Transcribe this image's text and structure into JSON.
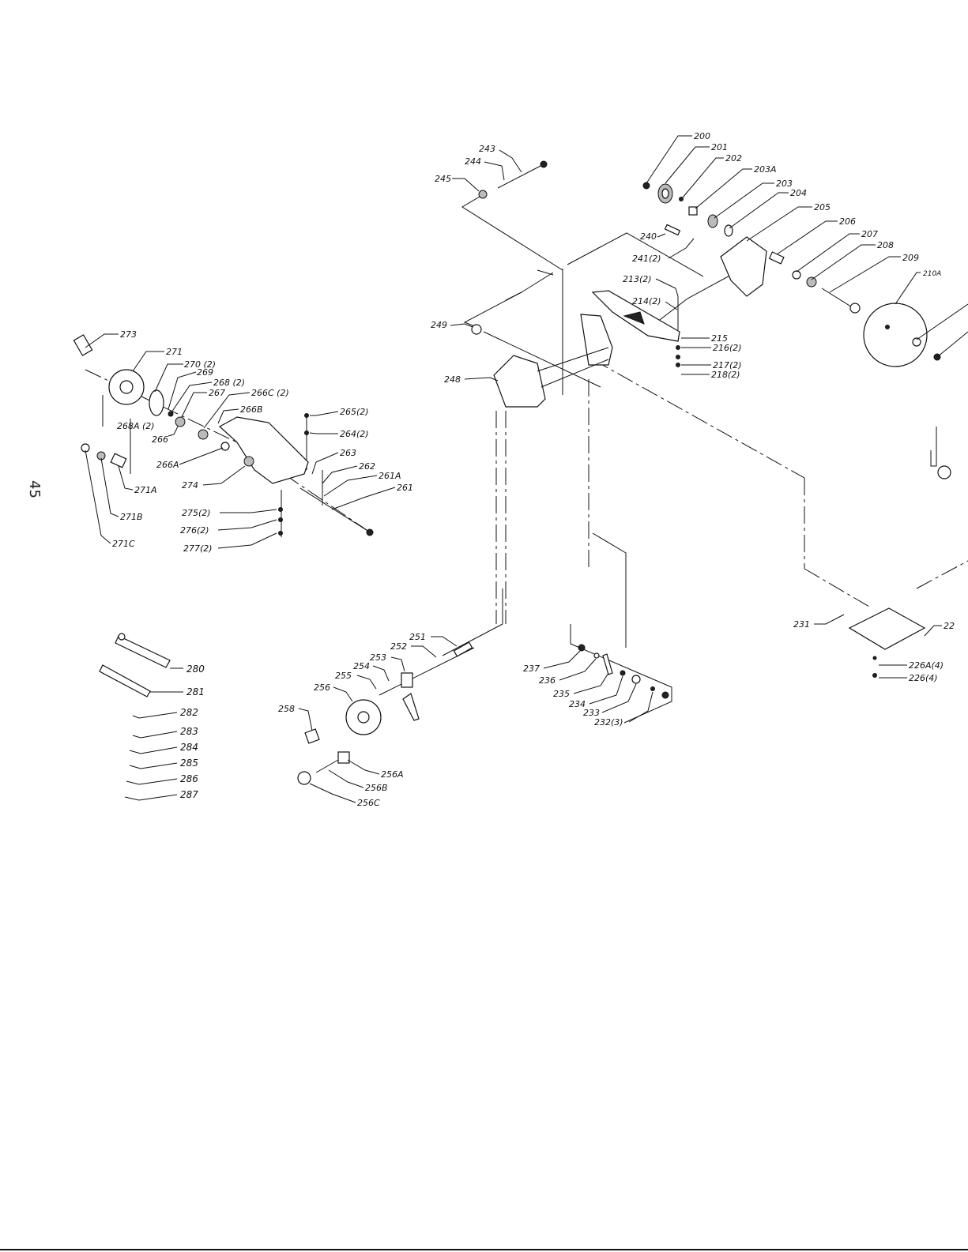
{
  "page_number": "45",
  "labels": {
    "l200": "200",
    "l201": "201",
    "l202": "202",
    "l203A": "203A",
    "l203": "203",
    "l204": "204",
    "l205": "205",
    "l206": "206",
    "l207": "207",
    "l208": "208",
    "l209": "209",
    "l210A": "210A",
    "l213": "213(2)",
    "l214": "214(2)",
    "l215": "215",
    "l216": "216(2)",
    "l217": "217(2)",
    "l218": "218(2)",
    "l240": "240",
    "l241": "241(2)",
    "l243": "243",
    "l244": "244",
    "l245": "245",
    "l248": "248",
    "l249": "249",
    "l273": "273",
    "l271": "271",
    "l270": "270 (2)",
    "l269": "269",
    "l268": "268 (2)",
    "l267": "267",
    "l266C": "266C (2)",
    "l266B": "266B",
    "l268A": "268A (2)",
    "l266": "266",
    "l266A": "266A",
    "l265": "265(2)",
    "l264": "264(2)",
    "l263": "263",
    "l262": "262",
    "l261A": "261A",
    "l261": "261",
    "l274": "274",
    "l271A": "271A",
    "l271B": "271B",
    "l271C": "271C",
    "l275": "275(2)",
    "l276": "276(2)",
    "l277": "277(2)",
    "l280": "280",
    "l281": "281",
    "l282": "282",
    "l283": "283",
    "l284": "284",
    "l285": "285",
    "l286": "286",
    "l287": "287",
    "l251": "251",
    "l252": "252",
    "l253": "253",
    "l254": "254",
    "l255": "255",
    "l256": "256",
    "l258": "258",
    "l256A": "256A",
    "l256B": "256B",
    "l256C": "256C",
    "l237": "237",
    "l236": "236",
    "l235": "235",
    "l234": "234",
    "l233": "233",
    "l232": "232(3)",
    "l231": "231",
    "l226A": "226A(4)",
    "l226": "226(4)",
    "l22x": "22"
  }
}
